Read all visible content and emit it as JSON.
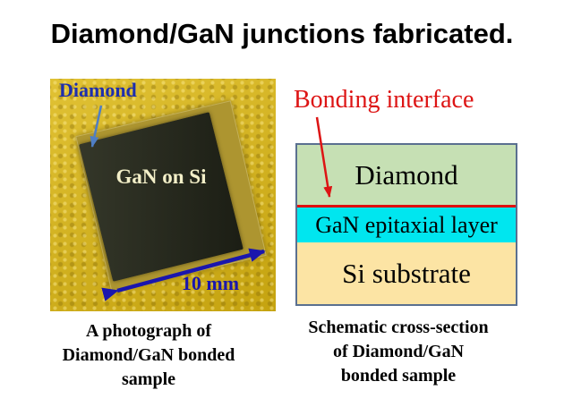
{
  "title": "Diamond/GaN junctions fabricated.",
  "photo": {
    "diamond_label": "Diamond",
    "gan_label": "GaN on Si",
    "scale_label": "10 mm",
    "caption_lines": [
      "A photograph of",
      "Diamond/GaN bonded",
      "sample"
    ],
    "colors": {
      "background": "#d8b413",
      "plate": "#ad9530",
      "chip": "#23261a",
      "diamond_label": "#1e2fae",
      "pointer_arrow": "#4f7ec5",
      "gan_label": "#f3efc8",
      "scale": "#1a16ad"
    }
  },
  "schematic": {
    "pointer_label": "Bonding interface",
    "pointer_color": "#dd1414",
    "border_color": "#5a7090",
    "interface_color": "#e01010",
    "layers": [
      {
        "label": "Diamond",
        "fill": "#c6e0b4"
      },
      {
        "label": "GaN epitaxial layer",
        "fill": "#00e6ef"
      },
      {
        "label": "Si substrate",
        "fill": "#fce4a4"
      }
    ],
    "caption_lines": [
      "Schematic cross-section",
      "of Diamond/GaN",
      "bonded sample"
    ]
  }
}
